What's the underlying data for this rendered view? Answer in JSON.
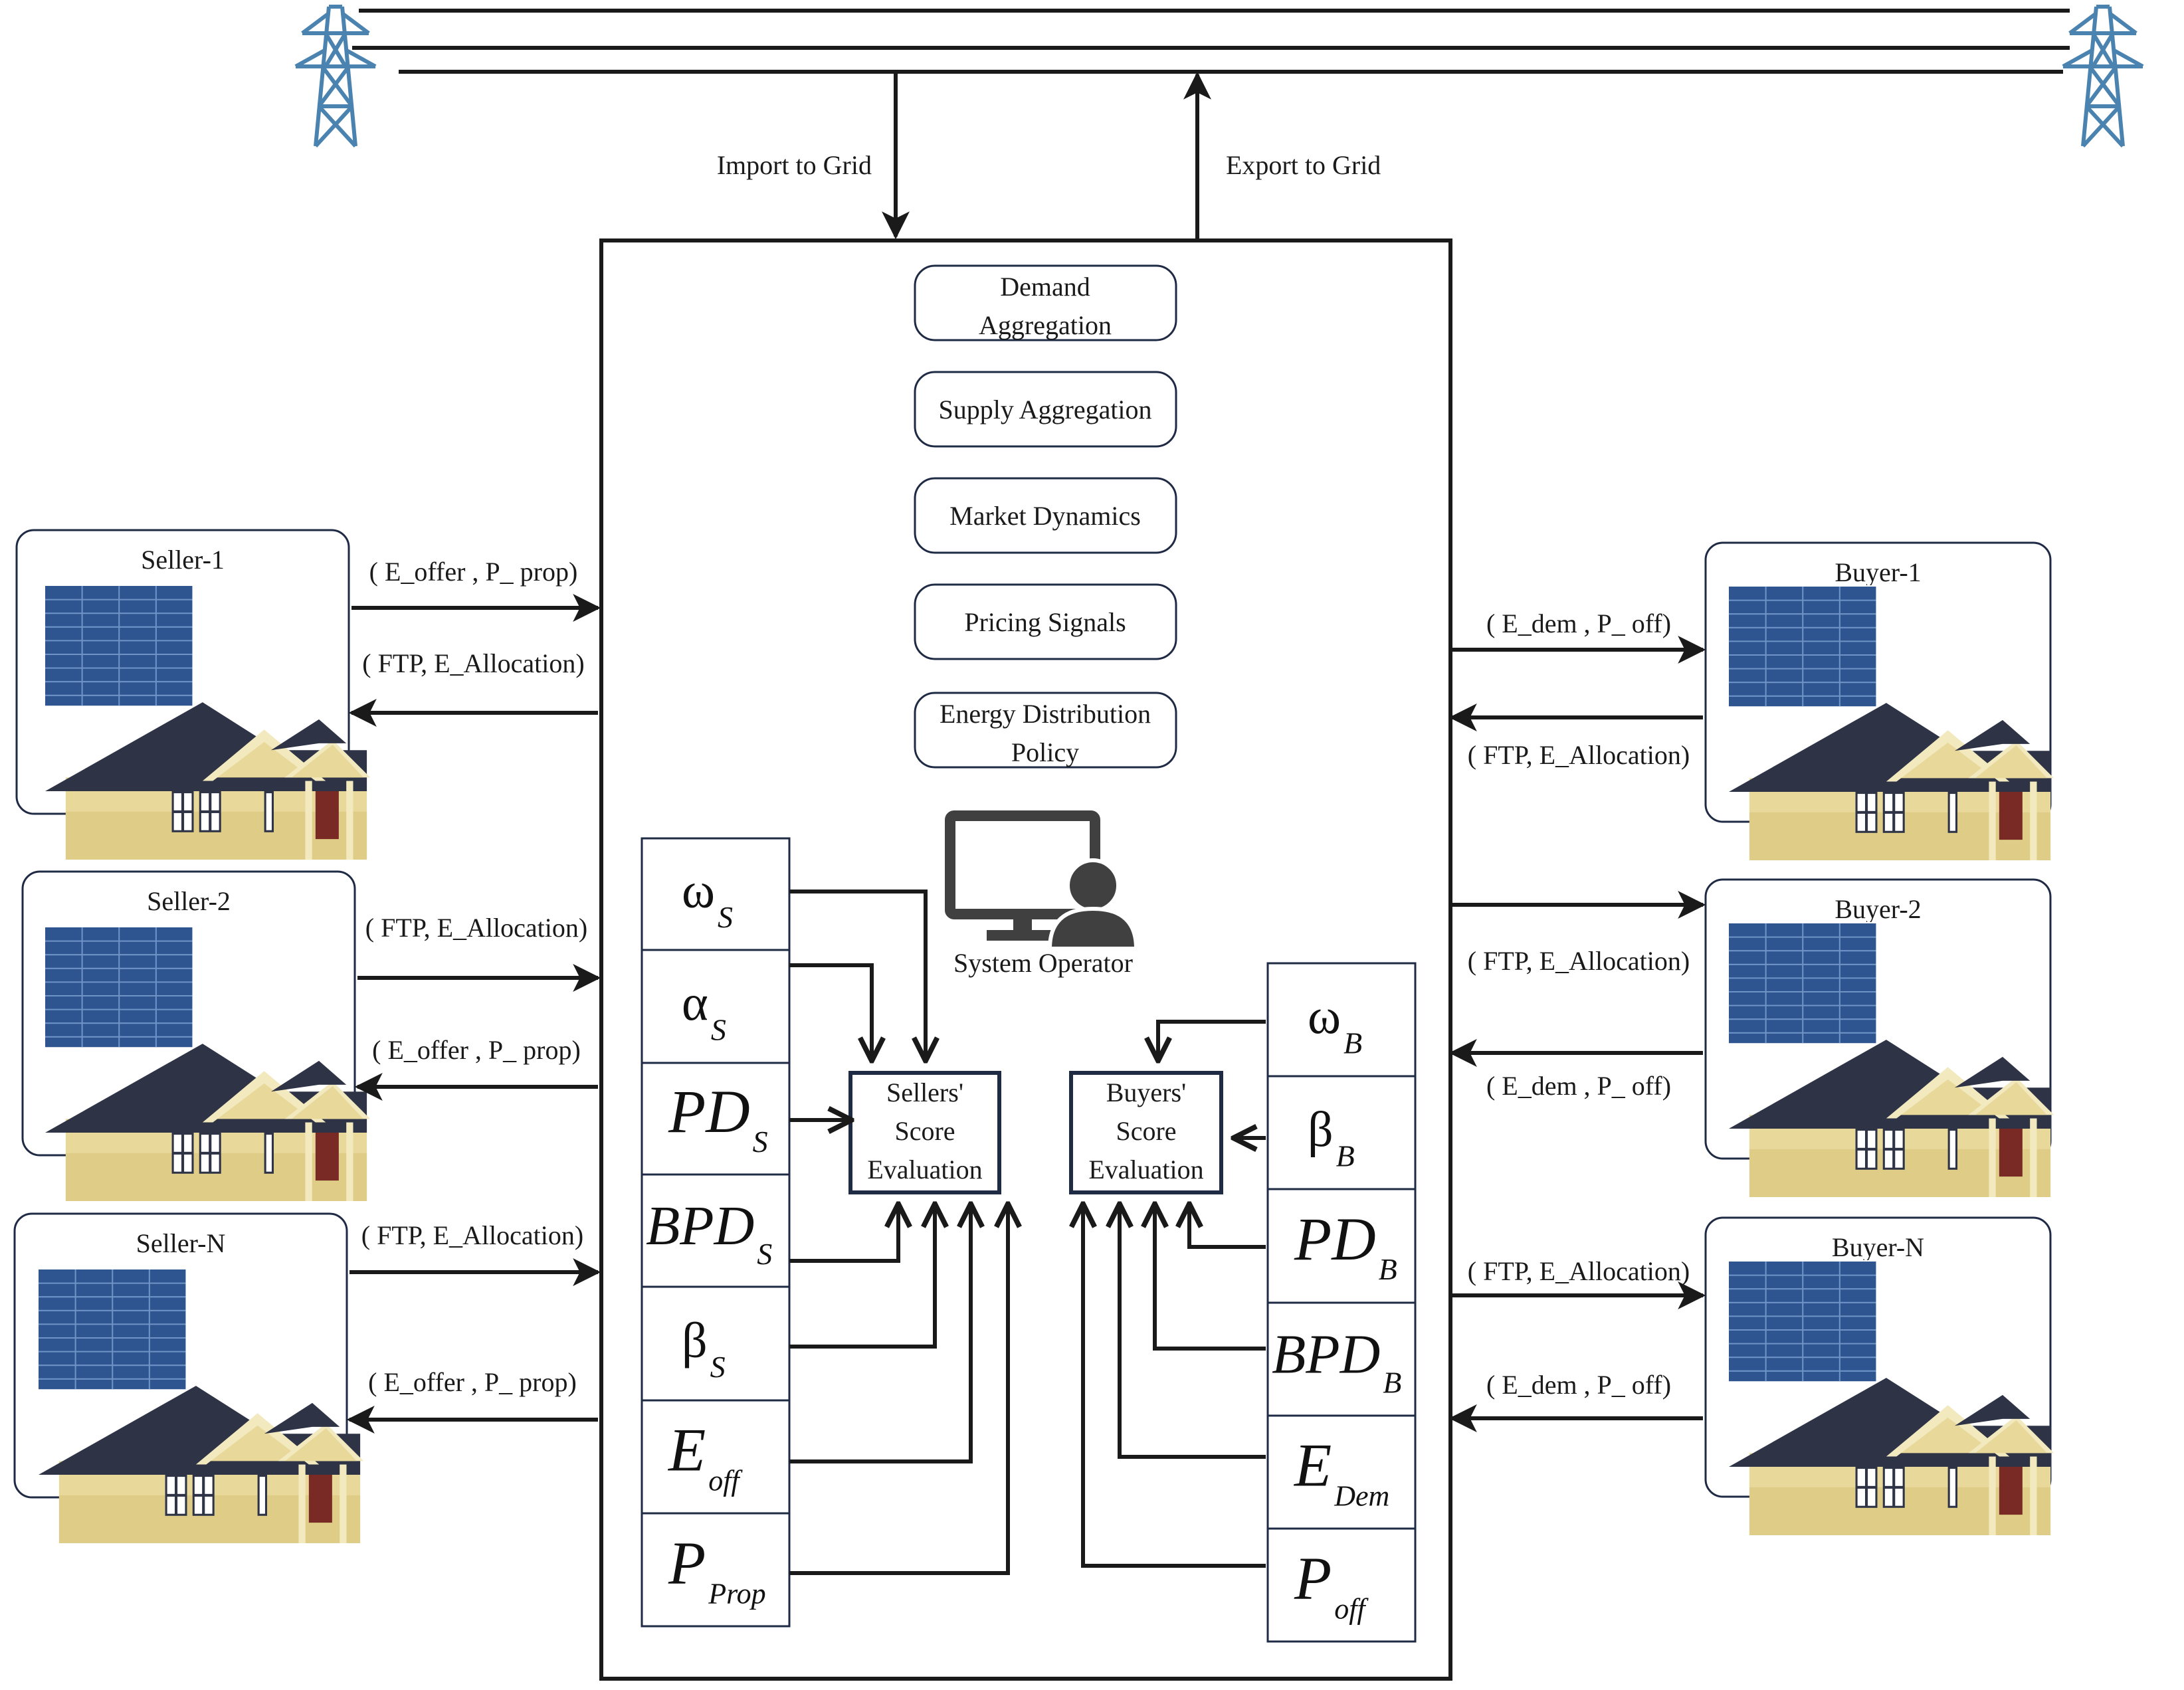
{
  "grid": {
    "import_label": "Import to Grid",
    "export_label": "Export to Grid"
  },
  "operator": {
    "functions": [
      [
        "Demand",
        "Aggregation"
      ],
      [
        "Supply Aggregation"
      ],
      [
        "Market Dynamics"
      ],
      [
        "Pricing Signals"
      ],
      [
        "Energy Distribution",
        "Policy"
      ]
    ],
    "system_operator_label": "System Operator",
    "sellers_score": [
      "Sellers'",
      "Score",
      "Evaluation"
    ],
    "buyers_score": [
      "Buyers'",
      "Score",
      "Evaluation"
    ]
  },
  "seller_params": [
    {
      "base": "ω",
      "sub": "S",
      "style": "greek"
    },
    {
      "base": "α",
      "sub": "S",
      "style": "greek"
    },
    {
      "base": "PD",
      "sub": "S",
      "style": "italic"
    },
    {
      "base": "BPD",
      "sub": "S",
      "style": "italic"
    },
    {
      "base": "β",
      "sub": "S",
      "style": "greek"
    },
    {
      "base": "E",
      "sub": "off",
      "style": "italic"
    },
    {
      "base": "P",
      "sub": "Prop",
      "style": "italic"
    }
  ],
  "buyer_params": [
    {
      "base": "ω",
      "sub": "B",
      "style": "greek"
    },
    {
      "base": "β",
      "sub": "B",
      "style": "greek"
    },
    {
      "base": "PD",
      "sub": "B",
      "style": "italic"
    },
    {
      "base": "BPD",
      "sub": "B",
      "style": "italic"
    },
    {
      "base": "E",
      "sub": "Dem",
      "style": "italic"
    },
    {
      "base": "P",
      "sub": "off",
      "style": "italic"
    }
  ],
  "sellers": [
    {
      "name": "Seller-1",
      "top_label": "( E_offer , P_ prop)",
      "bottom_label": "( FTP, E_Allocation)"
    },
    {
      "name": "Seller-2",
      "top_label": "( FTP, E_Allocation)",
      "bottom_label": "( E_offer , P_ prop)"
    },
    {
      "name": "Seller-N",
      "top_label": "( FTP, E_Allocation)",
      "bottom_label": "( E_offer , P_ prop)"
    }
  ],
  "buyers": [
    {
      "name": "Buyer-1",
      "top_label": "( E_dem ,  P_ off)",
      "bottom_label": "( FTP, E_Allocation)"
    },
    {
      "name": "Buyer-2",
      "top_label": "( FTP, E_Allocation)",
      "bottom_label": "( E_dem ,  P_ off)"
    },
    {
      "name": "Buyer-N",
      "top_label": "( FTP, E_Allocation)",
      "bottom_label": "( E_dem ,  P_ off)"
    }
  ],
  "colors": {
    "line": "#1a1a1a",
    "box_border": "#1f2a44",
    "tower": "#4a83b0",
    "panel": "#2f5590",
    "roof": "#2e3346",
    "wall": "#e8d89a",
    "door": "#7a2a24",
    "operator_icon": "#404040"
  }
}
